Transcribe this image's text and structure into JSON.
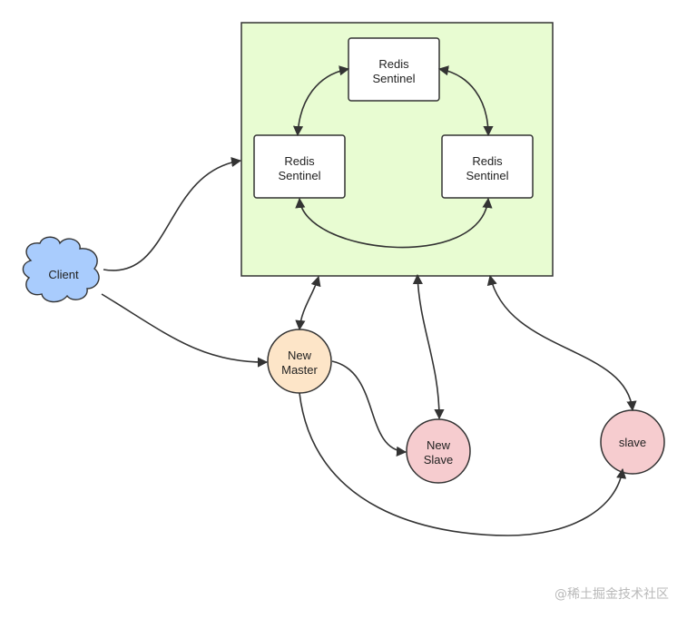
{
  "diagram": {
    "sentinels": {
      "top": [
        "Redis",
        "Sentinel"
      ],
      "left": [
        "Redis",
        "Sentinel"
      ],
      "right": [
        "Redis",
        "Sentinel"
      ]
    },
    "client": [
      "Client"
    ],
    "new_master": [
      "New",
      "Master"
    ],
    "new_slave": [
      "New",
      "Slave"
    ],
    "slave": [
      "slave"
    ]
  },
  "watermark": "@稀土掘金技术社区",
  "colors": {
    "sentinel_group_fill": "#e8fcd2",
    "sentinel_box_fill": "#ffffff",
    "client_fill": "#a9ccfd",
    "master_fill": "#fde5c8",
    "slave_fill": "#f6cccf",
    "stroke": "#333333"
  }
}
